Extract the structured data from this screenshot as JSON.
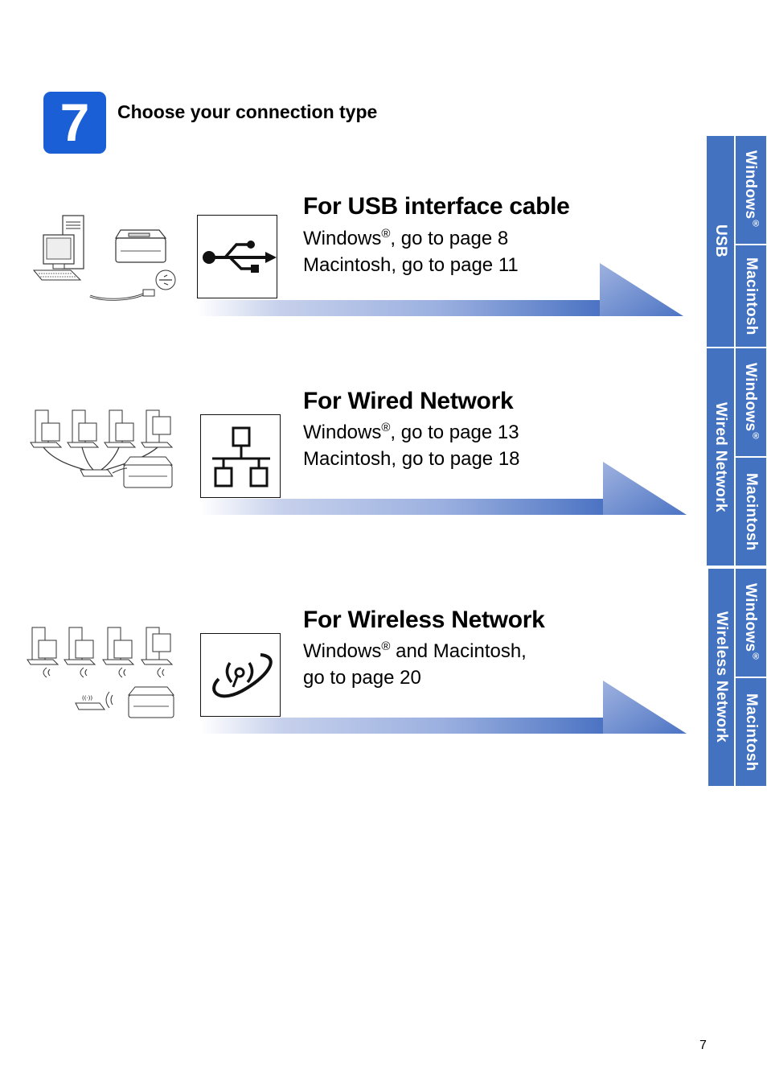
{
  "step": {
    "number": "7",
    "title": "Choose your connection type"
  },
  "sections": [
    {
      "heading": "For USB interface cable",
      "line1_prefix": "Windows",
      "line1_reg": "®",
      "line1_suffix": ", go to page 8",
      "line2": "Macintosh, go to page 11",
      "icon": "usb-icon"
    },
    {
      "heading": "For Wired Network",
      "line1_prefix": "Windows",
      "line1_reg": "®",
      "line1_suffix": ", go to page 13",
      "line2": "Macintosh, go to page 18",
      "icon": "wired-network-icon"
    },
    {
      "heading": "For Wireless Network",
      "line1_prefix": "Windows",
      "line1_reg": "®",
      "line1_suffix": " and Macintosh,",
      "line2": "go to page 20",
      "icon": "wireless-network-icon"
    }
  ],
  "side_tabs": {
    "usb": {
      "label": "USB",
      "windows": "Windows",
      "reg": "®",
      "macintosh": "Macintosh"
    },
    "wired": {
      "label": "Wired Network",
      "windows": "Windows",
      "reg": "®",
      "macintosh": "Macintosh"
    },
    "wireless": {
      "label": "Wireless Network",
      "windows": "Windows",
      "reg": "®",
      "macintosh": "Macintosh"
    }
  },
  "page_number": "7",
  "colors": {
    "badge": "#1a5fd6",
    "tab": "#4272c0",
    "arrow_dark": "#4b73c3"
  }
}
